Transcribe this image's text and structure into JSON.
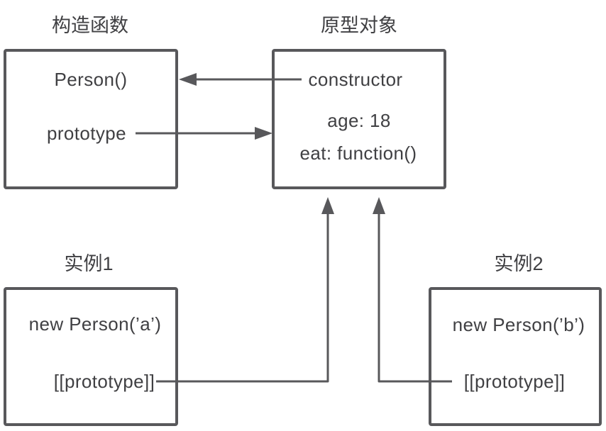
{
  "page": {
    "background": "#ffffff",
    "line_color": "#58585b",
    "text_color": "#404043"
  },
  "constructor_function": {
    "label": "构造函数",
    "name": "Person()",
    "prototype_prop": "prototype"
  },
  "prototype_object": {
    "label": "原型对象",
    "constructor_prop": "constructor",
    "age_prop": "age: 18",
    "eat_prop": "eat: function()"
  },
  "instance1": {
    "label": "实例1",
    "expression": "new Person(’a’)",
    "proto_link": "[[prototype]]"
  },
  "instance2": {
    "label": "实例2",
    "expression": "new Person(’b’)",
    "proto_link": "[[prototype]]"
  }
}
